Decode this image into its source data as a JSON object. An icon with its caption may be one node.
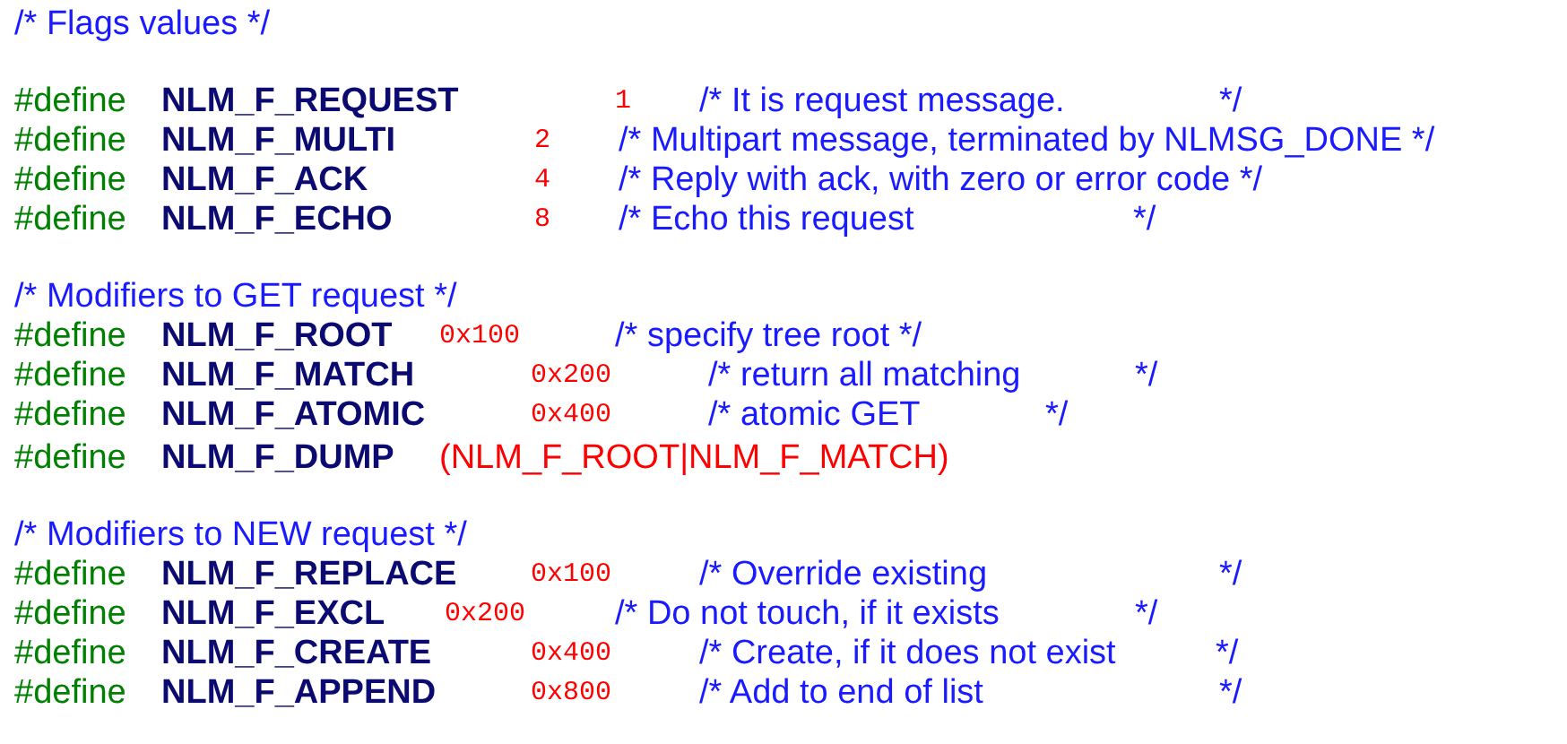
{
  "diagram": {
    "labels": [
      "/* Flags values */",
      "#define",
      "NLM_F_REQUEST",
      "1",
      "/* It is request message.",
      "*/",
      "#define",
      "NLM_F_MULTI",
      "2",
      "/* Multipart message, terminated by NLMSG_DONE */",
      "#define",
      "NLM_F_ACK",
      "4",
      "/* Reply with ack, with zero or error code */",
      "#define",
      "NLM_F_ECHO",
      "8",
      "/* Echo this request",
      "*/",
      "/* Modifiers to GET request */",
      "#define",
      "NLM_F_ROOT",
      "0x100",
      "/* specify tree root */",
      "#define",
      "NLM_F_MATCH",
      "0x200",
      "/* return all matching",
      "*/",
      "#define",
      "NLM_F_ATOMIC",
      "0x400",
      "/* atomic GET",
      "*/",
      "#define",
      "NLM_F_DUMP",
      "(NLM_F_ROOT|NLM_F_MATCH)",
      "/* Modifiers to NEW request */",
      "#define",
      "NLM_F_REPLACE",
      "0x100",
      "/* Override existing",
      "*/",
      "#define",
      "NLM_F_EXCL",
      "0x200",
      "/* Do not touch, if it exists",
      "*/",
      "#define",
      "NLM_F_CREATE",
      "0x400",
      "/* Create, if it does not exist",
      "*/",
      "#define",
      "NLM_F_APPEND",
      "0x800",
      "/* Add to end of list",
      "*/"
    ]
  }
}
